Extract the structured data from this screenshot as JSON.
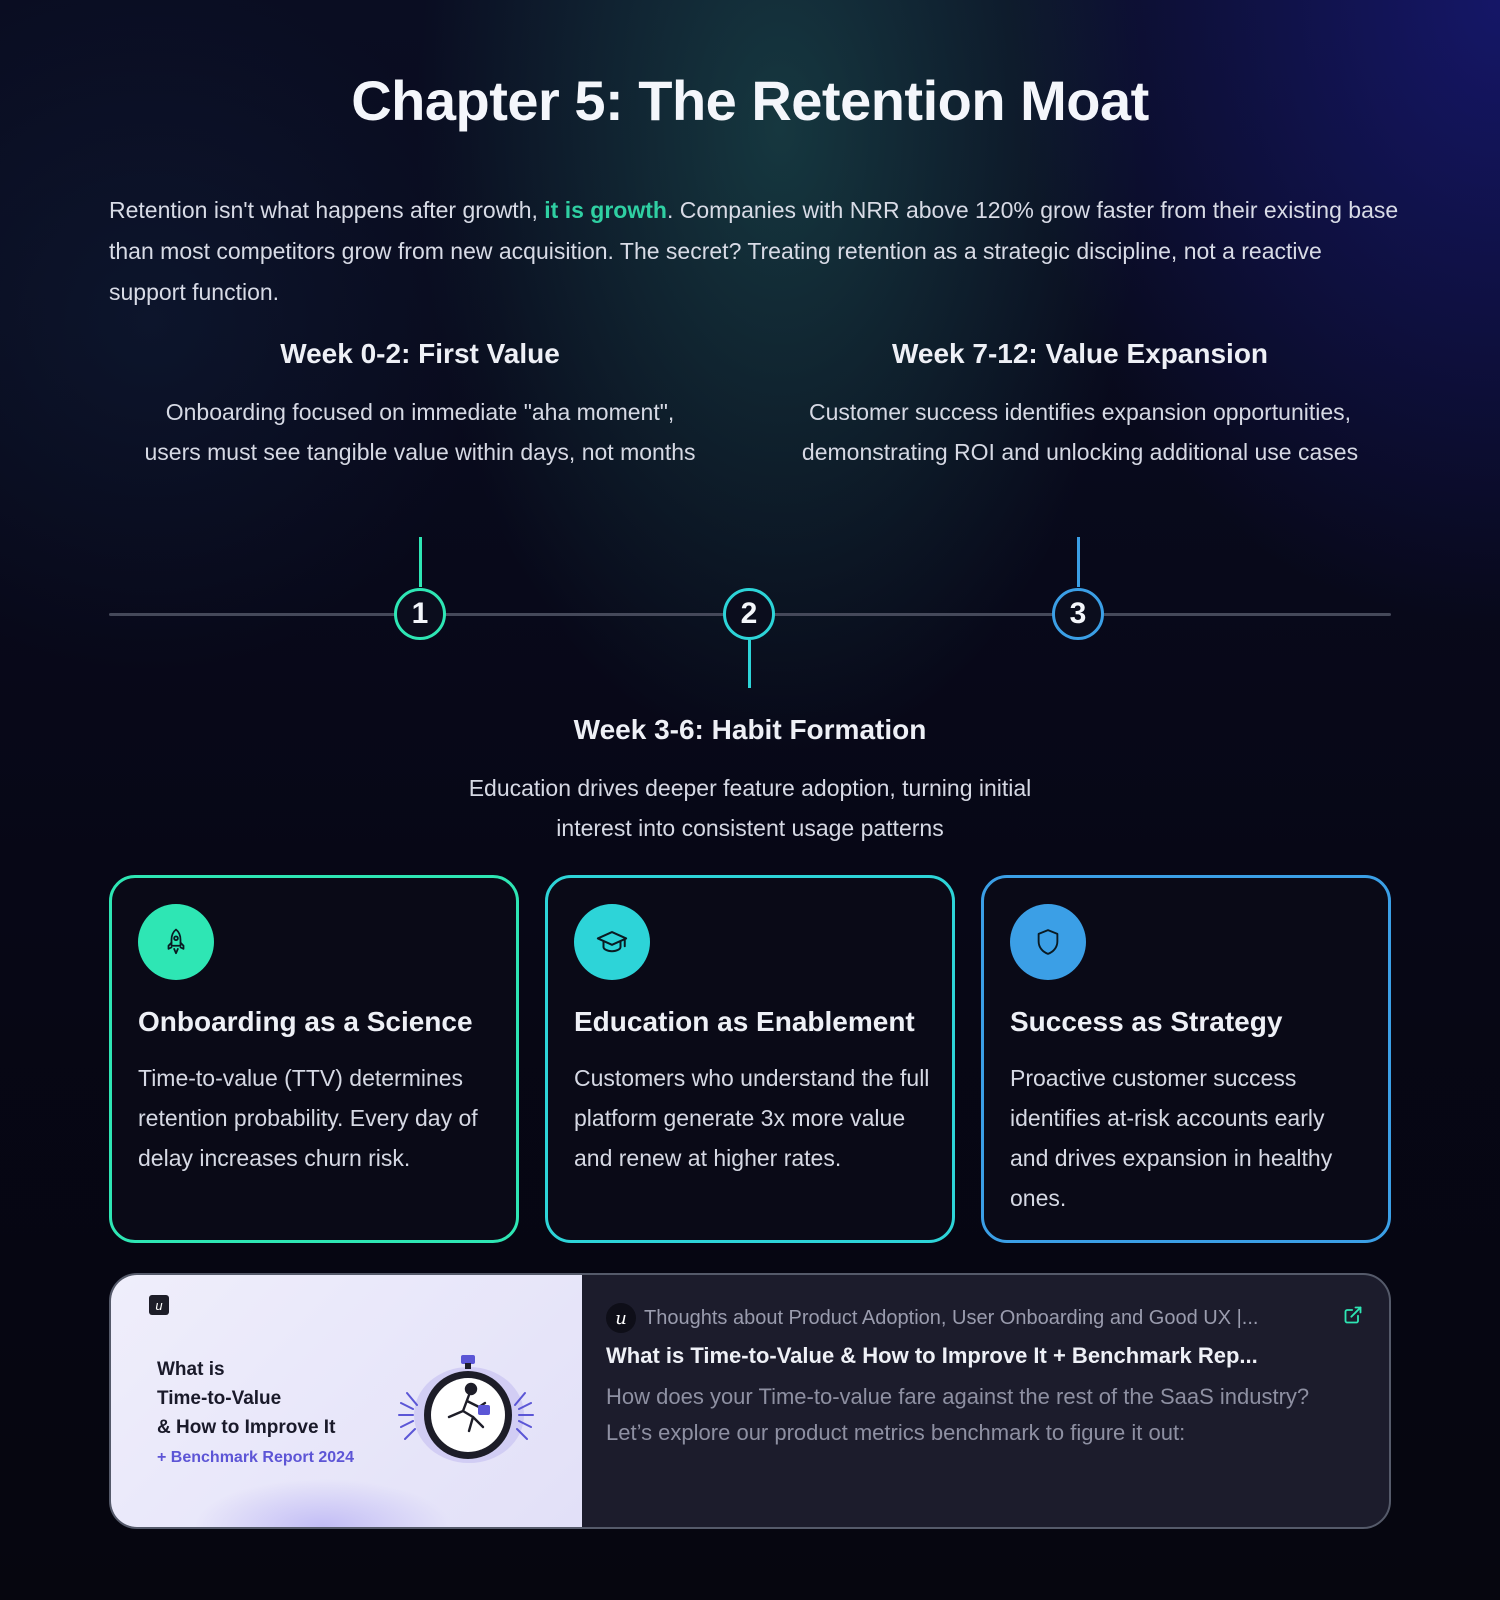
{
  "title": "Chapter 5: The Retention Moat",
  "intro": {
    "before": "Retention isn't what happens after growth, ",
    "highlight": "it is growth",
    "after": ". Companies with NRR above 120% grow faster from their existing base than most competitors grow from new acquisition. The secret? Treating retention as a strategic discipline, not a reactive support function."
  },
  "timeline": {
    "steps": [
      {
        "number": "1",
        "title": "Week 0-2: First Value",
        "text": "Onboarding focused on immediate \"aha moment\", users must see tangible value within days, not months",
        "color": "#2ee6b4"
      },
      {
        "number": "2",
        "title": "Week 3-6: Habit Formation",
        "text": "Education drives deeper feature adoption, turning initial interest into consistent usage patterns",
        "color": "#2dd4d8"
      },
      {
        "number": "3",
        "title": "Week 7-12: Value Expansion",
        "text": "Customer success identifies expansion opportunities, demonstrating ROI and unlocking additional use cases",
        "color": "#3b9fe6"
      }
    ]
  },
  "cards": [
    {
      "icon": "rocket-icon",
      "title": "Onboarding as a Science",
      "text": "Time-to-value (TTV) determines retention probability. Every day of delay increases churn risk.",
      "color": "#2ee6b4"
    },
    {
      "icon": "graduation-cap-icon",
      "title": "Education as Enablement",
      "text": "Customers who understand the full platform generate 3x more value and renew at higher rates.",
      "color": "#2dd4d8"
    },
    {
      "icon": "shield-icon",
      "title": "Success as Strategy",
      "text": "Proactive customer success identifies at-risk accounts early and drives expansion in healthy ones.",
      "color": "#3b9fe6"
    }
  ],
  "link_preview": {
    "thumb_logo": "u",
    "thumb_lines": [
      "What is",
      "Time-to-Value",
      "& How to Improve It"
    ],
    "thumb_sub": "+ Benchmark Report 2024",
    "site_icon": "u",
    "site": "Thoughts about Product Adoption, User Onboarding and Good UX |...",
    "title": "What is Time-to-Value & How to Improve It + Benchmark Rep...",
    "description": "How does your Time-to-value fare against the rest of the SaaS industry? Let’s explore our product metrics benchmark to figure it out:"
  }
}
